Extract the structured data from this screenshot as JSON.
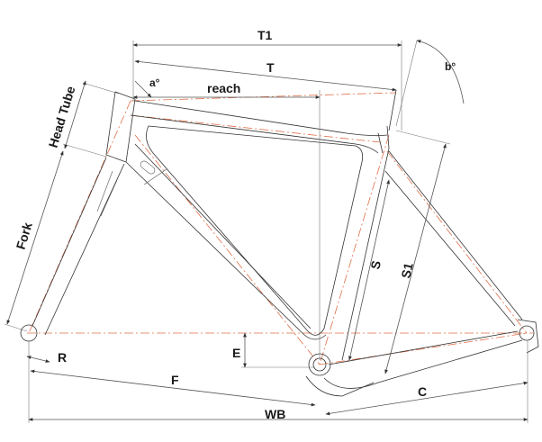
{
  "labels": {
    "T1": "T1",
    "T": "T",
    "a_angle": "a°",
    "b_angle": "b°",
    "reach": "reach",
    "head_tube": "Head Tube",
    "fork": "Fork",
    "S": "S",
    "S1": "S1",
    "E": "E",
    "R": "R",
    "F": "F",
    "C": "C",
    "WB": "WB"
  },
  "colors": {
    "centerline": "#e0704a",
    "frame": "#333333",
    "dimension": "#555555"
  }
}
